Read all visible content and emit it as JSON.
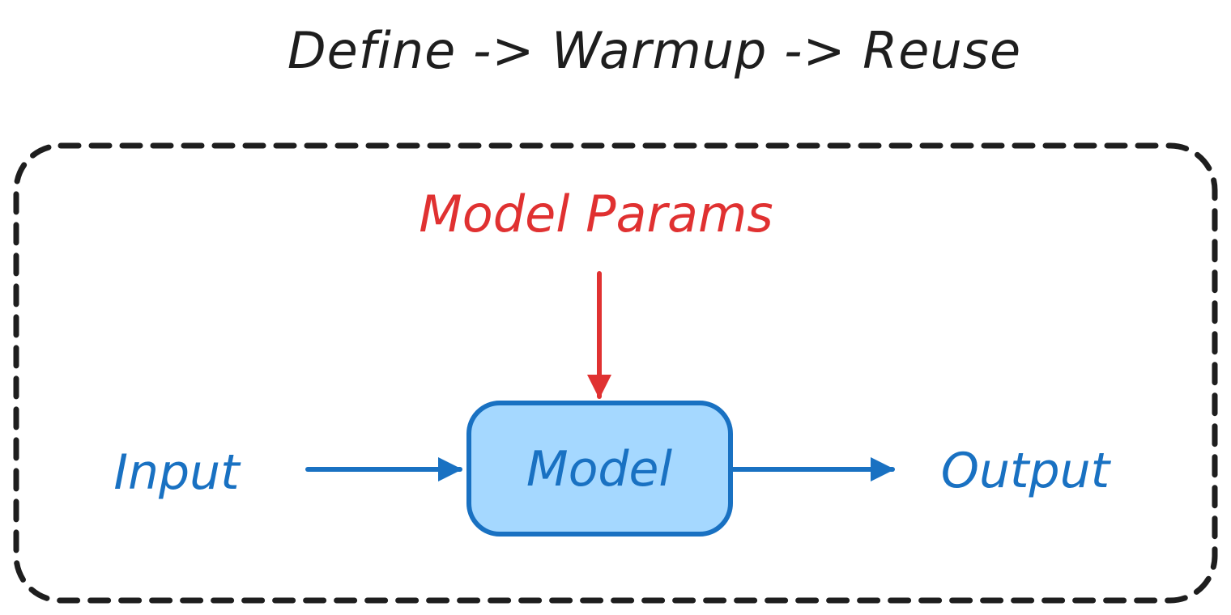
{
  "diagram": {
    "title": "Define -> Warmup -> Reuse",
    "params_label": "Model Params",
    "input_label": "Input",
    "model_label": "Model",
    "output_label": "Output"
  },
  "colors": {
    "ink": "#1e1e1e",
    "params": "#e03131",
    "flow": "#1971c2",
    "model_fill": "#a5d8ff"
  }
}
